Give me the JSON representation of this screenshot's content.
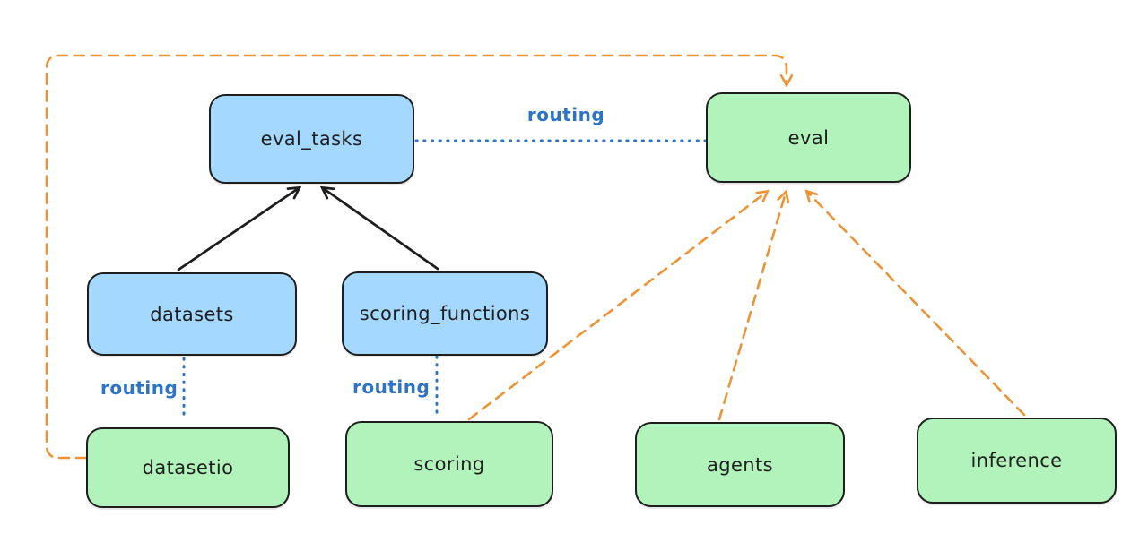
{
  "colors": {
    "background": "#ffffff",
    "node_border": "#1e1e1e",
    "blue_node_fill": "#a5d8ff",
    "green_node_fill": "#b2f2bb",
    "routing_blue": "#2e74c4",
    "orange_dashed": "#ec9336",
    "black_arrow": "#1e1e1e"
  },
  "nodes": {
    "eval_tasks": {
      "label": "eval_tasks",
      "color": "blue"
    },
    "eval": {
      "label": "eval",
      "color": "green"
    },
    "datasets": {
      "label": "datasets",
      "color": "blue"
    },
    "scoring_functions": {
      "label": "scoring_functions",
      "color": "blue"
    },
    "datasetio": {
      "label": "datasetio",
      "color": "green"
    },
    "scoring": {
      "label": "scoring",
      "color": "green"
    },
    "agents": {
      "label": "agents",
      "color": "green"
    },
    "inference": {
      "label": "inference",
      "color": "green"
    }
  },
  "edge_labels": {
    "eval_tasks_eval": "routing",
    "datasets_datasetio": "routing",
    "scoring_functions_scoring": "routing"
  }
}
